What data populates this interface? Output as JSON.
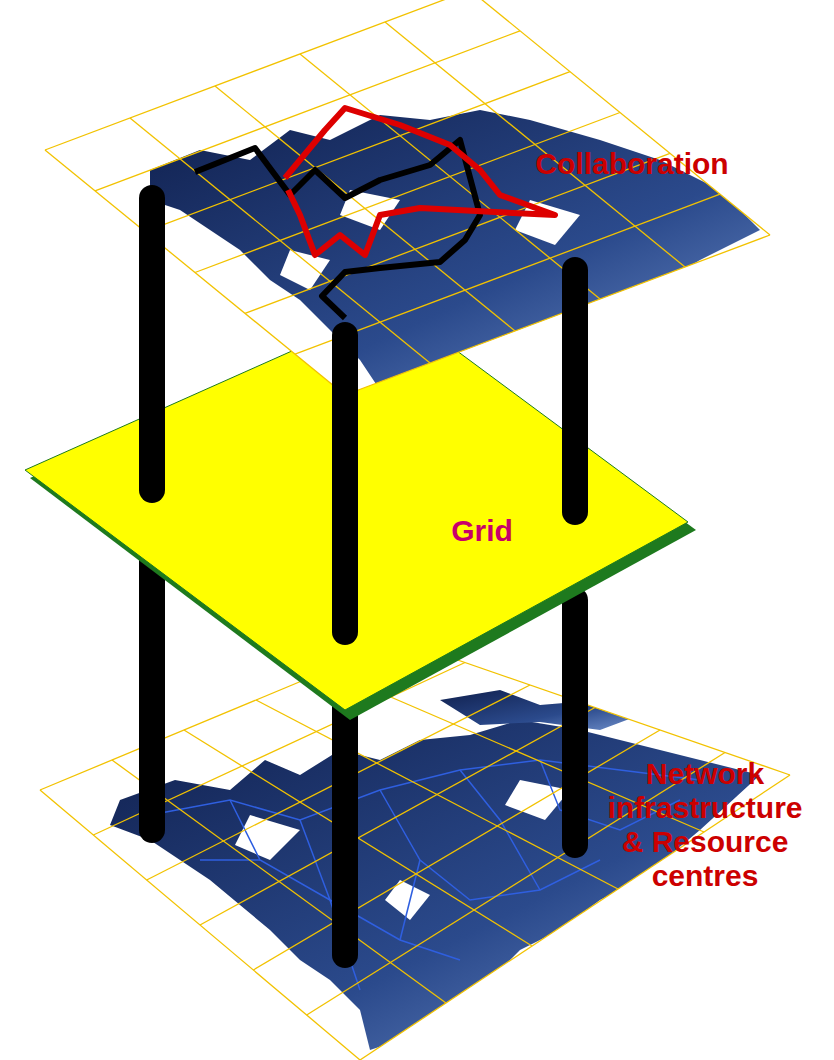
{
  "diagram": {
    "nodes": [
      {
        "text": [
          "Collaboration"
        ]
      },
      {
        "text": [
          "Grid"
        ]
      },
      {
        "text": [
          "Network infrastructure & Resource centres"
        ]
      }
    ]
  }
}
